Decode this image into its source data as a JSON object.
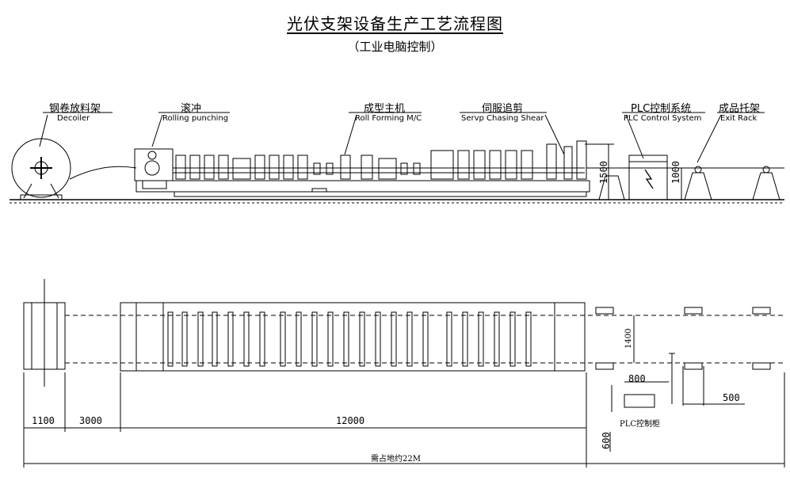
{
  "header": {
    "title": "光伏支架设备生产工艺流程图",
    "subtitle": "（工业电脑控制）"
  },
  "stations": [
    {
      "cn": "钢卷放料架",
      "en": "Decoiler"
    },
    {
      "cn": "滚冲",
      "en": "Rolling punching"
    },
    {
      "cn": "成型主机",
      "en": "Roll Forming M/C"
    },
    {
      "cn": "伺服追剪",
      "en": "Servp Chasing Shear"
    },
    {
      "cn": "PLC控制系统",
      "en": "PLC Control System"
    },
    {
      "cn": "成品托架",
      "en": "Exit Rack"
    }
  ],
  "side_dims": {
    "height_machine": "1500",
    "height_rack": "1000"
  },
  "plan_dims": {
    "width": "1400",
    "plc_width": "800",
    "rack_gap": "500",
    "plc_depth": "600",
    "plc_label": "PLC控制柜",
    "seg1": "1100",
    "seg2": "3000",
    "seg3": "12000",
    "total": "需占地约22M"
  }
}
